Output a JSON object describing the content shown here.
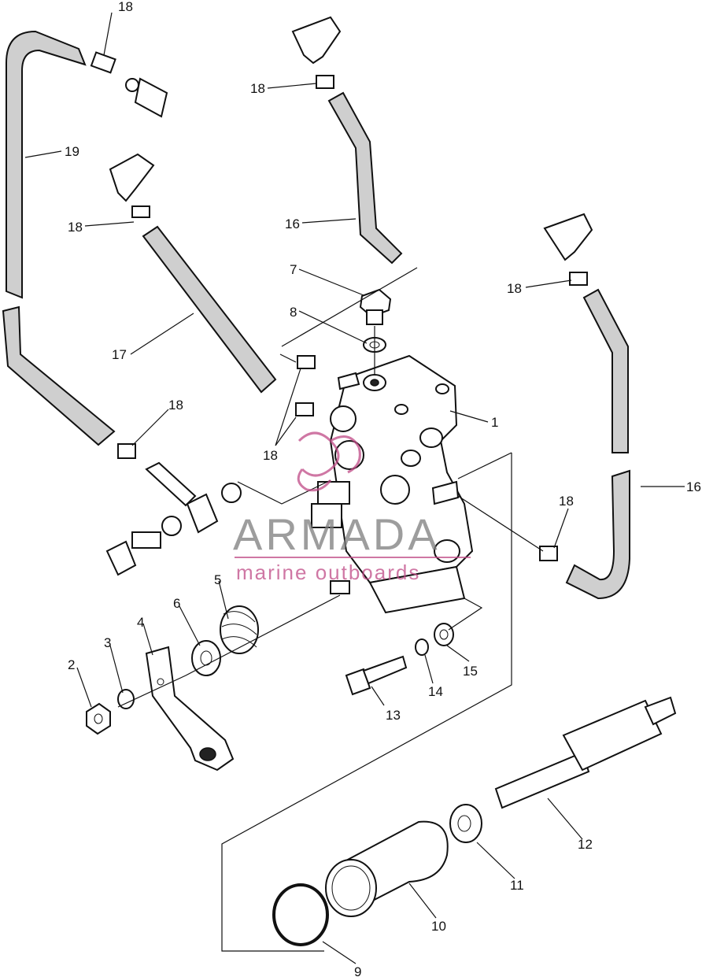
{
  "callouts": {
    "c1": "1",
    "c2": "2",
    "c3": "3",
    "c4": "4",
    "c5": "5",
    "c6": "6",
    "c7": "7",
    "c8": "8",
    "c9": "9",
    "c10": "10",
    "c11": "11",
    "c12": "12",
    "c13": "13",
    "c14": "14",
    "c15": "15",
    "c16a": "16",
    "c16b": "16",
    "c17": "17",
    "c18a": "18",
    "c18b": "18",
    "c18c": "18",
    "c18d": "18",
    "c18e": "18",
    "c18f": "18",
    "c18g": "18",
    "c19": "19"
  },
  "watermark": {
    "brand": "ARMADA",
    "tagline": "marine outboards"
  },
  "colors": {
    "ink": "#111111",
    "watermark_gray": "#7d7d7d",
    "watermark_pink": "#c04a86"
  }
}
